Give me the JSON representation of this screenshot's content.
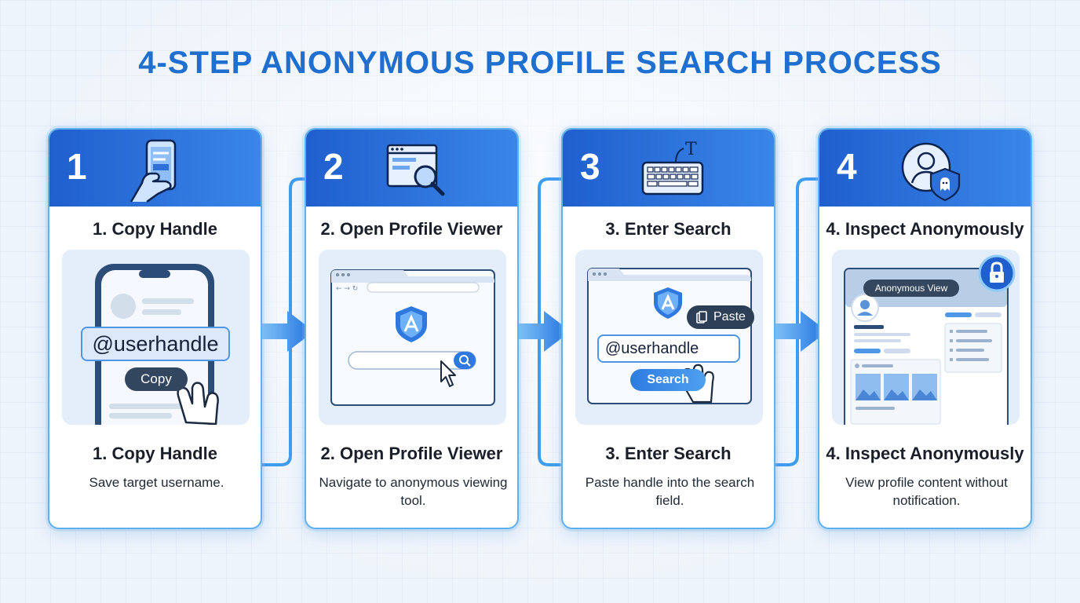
{
  "title": "4-STEP ANONYMOUS PROFILE SEARCH PROCESS",
  "colors": {
    "accent": "#1f6fd1",
    "header_start": "#1f5fce",
    "header_end": "#3a86e8",
    "card_border": "#5fb0ee",
    "background": "#eef4fb"
  },
  "steps": [
    {
      "number": "1",
      "icon": "hand-holding-phone-icon",
      "heading": "1. Copy Handle",
      "caption_title": "1. Copy Handle",
      "description": "Save target username.",
      "illustration": {
        "handle": "@userhandle",
        "button": "Copy"
      }
    },
    {
      "number": "2",
      "icon": "browser-magnifier-icon",
      "heading": "2. Open Profile Viewer",
      "caption_title": "2. Open Profile Viewer",
      "description": "Navigate to anonymous viewing tool."
    },
    {
      "number": "3",
      "icon": "keyboard-icon",
      "heading": "3. Enter Search",
      "caption_title": "3. Enter Search",
      "description": "Paste handle into the search field.",
      "illustration": {
        "paste_label": "Paste",
        "field_value": "@userhandle",
        "button": "Search"
      }
    },
    {
      "number": "4",
      "icon": "user-ghost-shield-icon",
      "heading": "4. Inspect Anonymously",
      "caption_title": "4. Inspect Anonymously",
      "description": "View profile content without notification.",
      "illustration": {
        "badge": "Anonymous View"
      }
    }
  ]
}
